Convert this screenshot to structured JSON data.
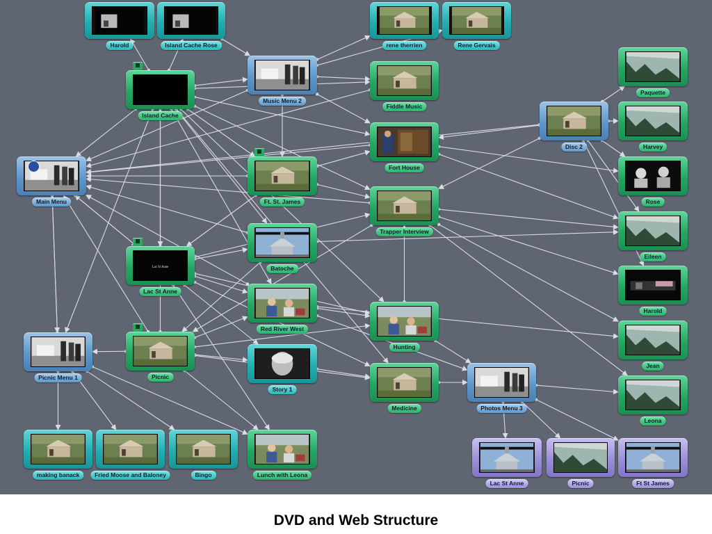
{
  "title": "DVD and Web Structure",
  "colors": {
    "background": "#5f6672",
    "green": "#2fb574",
    "teal": "#2ab6b8",
    "blue": "#5d97c9",
    "purple": "#9a8fd8",
    "edge": "#d8dde5"
  },
  "nodes": [
    {
      "id": "harold_top",
      "label": "Harold",
      "kind": "teal",
      "image": "dark-scene"
    },
    {
      "id": "island_cache_rose",
      "label": "Island Cache Rose",
      "kind": "teal",
      "image": "dark-scene"
    },
    {
      "id": "rene_therrien",
      "label": "rene therrien",
      "kind": "teal",
      "image": "cabin"
    },
    {
      "id": "rene_gervais",
      "label": "Rene Gervais",
      "kind": "teal",
      "image": "cabin"
    },
    {
      "id": "island_cache",
      "label": "Island Cache",
      "kind": "green",
      "image": "black",
      "flag": true
    },
    {
      "id": "music_menu_2",
      "label": "Music Menu 2",
      "kind": "blue",
      "image": "old-photo"
    },
    {
      "id": "fiddle_music",
      "label": "Fiddle Music",
      "kind": "green",
      "image": "cabin"
    },
    {
      "id": "paquette",
      "label": "Paquette",
      "kind": "green",
      "image": "shore"
    },
    {
      "id": "disc_2",
      "label": "Disc 2",
      "kind": "blue",
      "image": "cabin"
    },
    {
      "id": "harvey",
      "label": "Harvey",
      "kind": "green",
      "image": "shore"
    },
    {
      "id": "fort_house",
      "label": "Fort House",
      "kind": "green",
      "image": "interior"
    },
    {
      "id": "main_menu",
      "label": "Main Menu",
      "kind": "blue",
      "image": "old-photo",
      "badge": true
    },
    {
      "id": "ft_st_james",
      "label": "Ft. St. James",
      "kind": "green",
      "image": "cabin",
      "flag": true
    },
    {
      "id": "rose",
      "label": "Rose",
      "kind": "green",
      "image": "portraits"
    },
    {
      "id": "trapper_interview",
      "label": "Trapper Interview",
      "kind": "green",
      "image": "cabin"
    },
    {
      "id": "eileen",
      "label": "Eileen",
      "kind": "green",
      "image": "shore"
    },
    {
      "id": "batoche",
      "label": "Batoche",
      "kind": "green",
      "image": "church"
    },
    {
      "id": "lac_st_anne",
      "label": "Lac St Anne",
      "kind": "green",
      "image": "title-card",
      "flag": true,
      "caption": "Lac St Anne"
    },
    {
      "id": "red_river_west",
      "label": "Red River West",
      "kind": "green",
      "image": "people"
    },
    {
      "id": "harold_right",
      "label": "Harold",
      "kind": "green",
      "image": "dark-strip"
    },
    {
      "id": "hunting",
      "label": "Hunting",
      "kind": "green",
      "image": "people"
    },
    {
      "id": "jean",
      "label": "Jean",
      "kind": "green",
      "image": "shore"
    },
    {
      "id": "picnic_menu_1",
      "label": "Picnic Menu 1",
      "kind": "blue",
      "image": "old-photo"
    },
    {
      "id": "picnic",
      "label": "Picnic",
      "kind": "green",
      "image": "cabin",
      "flag": true
    },
    {
      "id": "story_1",
      "label": "Story 1",
      "kind": "teal",
      "image": "face"
    },
    {
      "id": "medicine",
      "label": "Medicine",
      "kind": "green",
      "image": "cabin"
    },
    {
      "id": "photos_menu_3",
      "label": "Photos Menu 3",
      "kind": "blue",
      "image": "old-photo"
    },
    {
      "id": "leona",
      "label": "Leona",
      "kind": "green",
      "image": "shore"
    },
    {
      "id": "making_banack",
      "label": "making banack",
      "kind": "teal",
      "image": "cabin"
    },
    {
      "id": "fried_moose",
      "label": "Fried Moose and Baloney",
      "kind": "teal",
      "image": "cabin"
    },
    {
      "id": "bingo",
      "label": "Bingo",
      "kind": "teal",
      "image": "cabin"
    },
    {
      "id": "lunch_with_leona",
      "label": "Lunch with Leona",
      "kind": "green",
      "image": "people"
    },
    {
      "id": "lac_st_anne_p",
      "label": "Lac St Anne",
      "kind": "purple",
      "image": "church"
    },
    {
      "id": "picnic_p",
      "label": "Picnic",
      "kind": "purple",
      "image": "shore"
    },
    {
      "id": "ft_st_james_p",
      "label": "Ft St James",
      "kind": "purple",
      "image": "church"
    }
  ],
  "edges": [
    [
      "island_cache",
      "harold_top"
    ],
    [
      "island_cache",
      "island_cache_rose"
    ],
    [
      "island_cache",
      "main_menu"
    ],
    [
      "island_cache",
      "music_menu_2"
    ],
    [
      "island_cache",
      "fiddle_music"
    ],
    [
      "island_cache",
      "fort_house"
    ],
    [
      "island_cache",
      "ft_st_james"
    ],
    [
      "island_cache",
      "trapper_interview"
    ],
    [
      "island_cache",
      "batoche"
    ],
    [
      "island_cache",
      "red_river_west"
    ],
    [
      "island_cache",
      "lac_st_anne"
    ],
    [
      "island_cache",
      "picnic_menu_1"
    ],
    [
      "island_cache",
      "hunting"
    ],
    [
      "island_cache",
      "medicine"
    ],
    [
      "island_cache_rose",
      "music_menu_2"
    ],
    [
      "music_menu_2",
      "rene_therrien"
    ],
    [
      "music_menu_2",
      "rene_gervais"
    ],
    [
      "music_menu_2",
      "fiddle_music"
    ],
    [
      "music_menu_2",
      "fort_house"
    ],
    [
      "music_menu_2",
      "main_menu"
    ],
    [
      "music_menu_2",
      "ft_st_james"
    ],
    [
      "fiddle_music",
      "main_menu"
    ],
    [
      "disc_2",
      "paquette"
    ],
    [
      "disc_2",
      "harvey"
    ],
    [
      "disc_2",
      "rose"
    ],
    [
      "disc_2",
      "eileen"
    ],
    [
      "disc_2",
      "harold_right"
    ],
    [
      "disc_2",
      "fort_house"
    ],
    [
      "disc_2",
      "trapper_interview"
    ],
    [
      "disc_2",
      "main_menu"
    ],
    [
      "fort_house",
      "rose"
    ],
    [
      "fort_house",
      "eileen"
    ],
    [
      "fort_house",
      "main_menu"
    ],
    [
      "ft_st_james",
      "main_menu"
    ],
    [
      "ft_st_james",
      "trapper_interview"
    ],
    [
      "ft_st_james",
      "fort_house"
    ],
    [
      "ft_st_james",
      "lac_st_anne"
    ],
    [
      "trapper_interview",
      "main_menu"
    ],
    [
      "trapper_interview",
      "eileen"
    ],
    [
      "trapper_interview",
      "harold_right"
    ],
    [
      "trapper_interview",
      "leona"
    ],
    [
      "trapper_interview",
      "jean"
    ],
    [
      "trapper_interview",
      "picnic"
    ],
    [
      "batoche",
      "main_menu"
    ],
    [
      "batoche",
      "eileen"
    ],
    [
      "batoche",
      "picnic"
    ],
    [
      "lac_st_anne",
      "main_menu"
    ],
    [
      "lac_st_anne",
      "batoche"
    ],
    [
      "lac_st_anne",
      "red_river_west"
    ],
    [
      "lac_st_anne",
      "hunting"
    ],
    [
      "lac_st_anne",
      "medicine"
    ],
    [
      "lac_st_anne",
      "story_1"
    ],
    [
      "lac_st_anne",
      "lunch_with_leona"
    ],
    [
      "lac_st_anne",
      "island_cache"
    ],
    [
      "lac_st_anne",
      "trapper_interview"
    ],
    [
      "red_river_west",
      "main_menu"
    ],
    [
      "red_river_west",
      "hunting"
    ],
    [
      "red_river_west",
      "photos_menu_3"
    ],
    [
      "red_river_west",
      "jean"
    ],
    [
      "hunting",
      "trapper_interview"
    ],
    [
      "hunting",
      "photos_menu_3"
    ],
    [
      "main_menu",
      "picnic_menu_1"
    ],
    [
      "picnic_menu_1",
      "main_menu"
    ],
    [
      "main_menu",
      "lac_st_anne"
    ],
    [
      "picnic",
      "picnic_menu_1"
    ],
    [
      "picnic",
      "main_menu"
    ],
    [
      "picnic",
      "red_river_west"
    ],
    [
      "picnic",
      "story_1"
    ],
    [
      "picnic",
      "medicine"
    ],
    [
      "picnic",
      "lunch_with_leona"
    ],
    [
      "picnic",
      "hunting"
    ],
    [
      "picnic",
      "island_cache"
    ],
    [
      "picnic_menu_1",
      "making_banack"
    ],
    [
      "picnic_menu_1",
      "fried_moose"
    ],
    [
      "picnic_menu_1",
      "bingo"
    ],
    [
      "picnic_menu_1",
      "lunch_with_leona"
    ],
    [
      "photos_menu_3",
      "leona"
    ],
    [
      "photos_menu_3",
      "lac_st_anne_p"
    ],
    [
      "photos_menu_3",
      "picnic_p"
    ],
    [
      "photos_menu_3",
      "ft_st_james_p"
    ],
    [
      "medicine",
      "photos_menu_3"
    ],
    [
      "story_1",
      "medicine"
    ]
  ]
}
